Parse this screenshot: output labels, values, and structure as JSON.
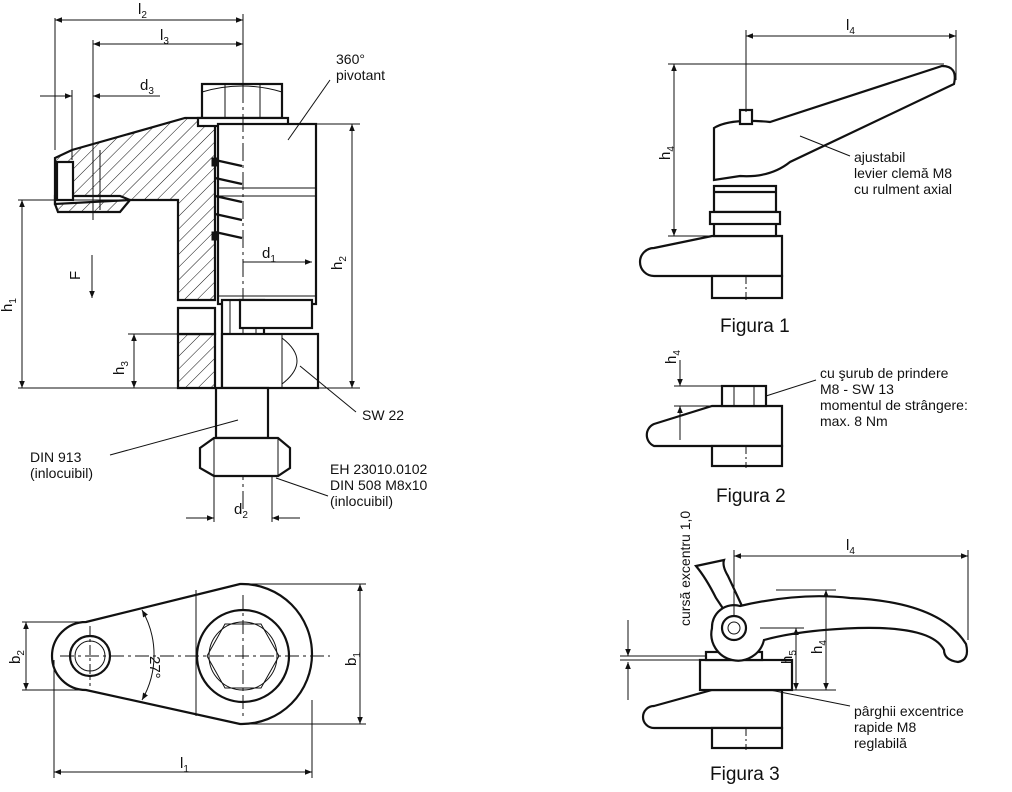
{
  "labels": {
    "l2": "l",
    "l2_sub": "2",
    "l3": "l",
    "l3_sub": "3",
    "d3": "d",
    "d3_sub": "3",
    "d1": "d",
    "d1_sub": "1",
    "d2": "d",
    "d2_sub": "2",
    "h1": "h",
    "h1_sub": "1",
    "h2": "h",
    "h2_sub": "2",
    "h3": "h",
    "h3_sub": "3",
    "b1": "b",
    "b1_sub": "1",
    "b2": "b",
    "b2_sub": "2",
    "l1": "l",
    "l1_sub": "1",
    "l4a": "l",
    "l4a_sub": "4",
    "h4a": "h",
    "h4a_sub": "4",
    "h4b": "h",
    "h4b_sub": "4",
    "l4b": "l",
    "l4b_sub": "4",
    "h4c": "h",
    "h4c_sub": "4",
    "h5": "h",
    "h5_sub": "5",
    "force": "F",
    "angle": "27°",
    "stroke": "cursă excentru 1,0"
  },
  "callouts": {
    "pivot_line1": "360°",
    "pivot_line2": "pivotant",
    "sw22": "SW  22",
    "din913_line1": "DIN 913",
    "din913_line2": "(inlocuibil)",
    "eh_line1": "EH 23010.0102",
    "eh_line2": "DIN 508 M8x10",
    "eh_line3": "(inlocuibil)",
    "fig1_line1": "ajustabil",
    "fig1_line2": "levier clemă  M8",
    "fig1_line3": "cu rulment axial",
    "fig2_line1": "cu şurub de prindere",
    "fig2_line2": "M8 - SW 13",
    "fig2_line3": "momentul de  strângere:",
    "fig2_line4": "max. 8 Nm",
    "fig3_line1": "pârghii excentrice",
    "fig3_line2": "rapide M8",
    "fig3_line3": "reglabilă"
  },
  "figures": {
    "fig1": "Figura 1",
    "fig2": "Figura 2",
    "fig3": "Figura 3"
  }
}
